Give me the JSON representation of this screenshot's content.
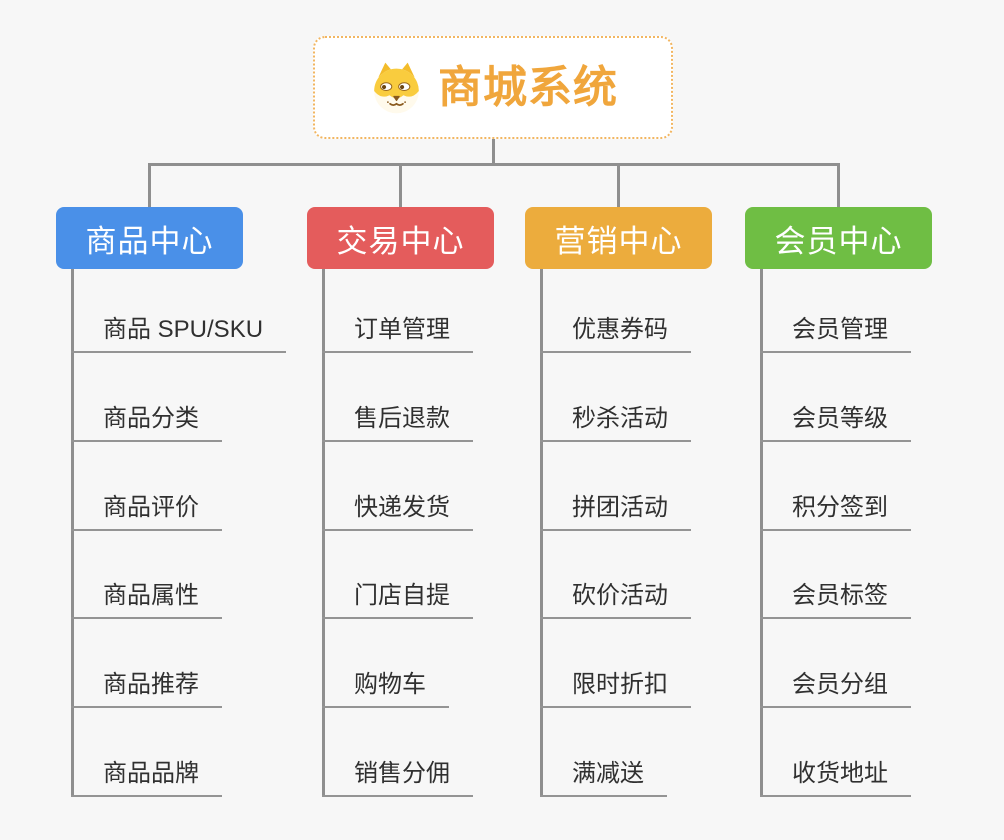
{
  "root": {
    "title": "商城系统",
    "icon": "shiba-dog-icon",
    "title_color": "#F0A63C",
    "border_color": "#F2B661"
  },
  "connector_color": "#8F8F8F",
  "branches": [
    {
      "label": "商品中心",
      "color": "#4A90E8",
      "items": [
        "商品 SPU/SKU",
        "商品分类",
        "商品评价",
        "商品属性",
        "商品推荐",
        "商品品牌"
      ]
    },
    {
      "label": "交易中心",
      "color": "#E45C5C",
      "items": [
        "订单管理",
        "售后退款",
        "快递发货",
        "门店自提",
        "购物车",
        "销售分佣"
      ]
    },
    {
      "label": "营销中心",
      "color": "#ECAC3D",
      "items": [
        "优惠券码",
        "秒杀活动",
        "拼团活动",
        "砍价活动",
        "限时折扣",
        "满减送"
      ]
    },
    {
      "label": "会员中心",
      "color": "#6FBE44",
      "items": [
        "会员管理",
        "会员等级",
        "积分签到",
        "会员标签",
        "会员分组",
        "收货地址"
      ]
    }
  ]
}
